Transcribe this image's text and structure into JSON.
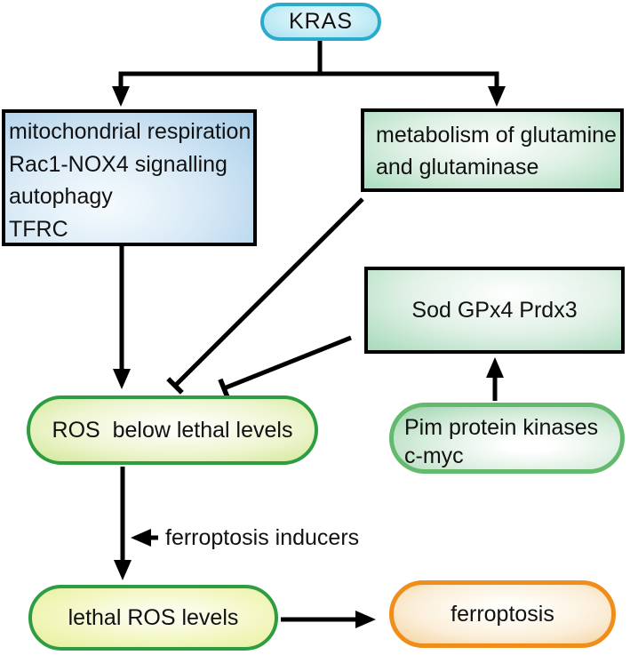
{
  "colors": {
    "kras_border": "#2baacb",
    "box_border": "#000000",
    "green_pill_border": "#2e9c41",
    "pim_border": "#63b96d",
    "ferroptosis_border": "#ef8e1b",
    "line": "#000000"
  },
  "nodes": {
    "kras": {
      "label": "KRAS"
    },
    "kras_effects": {
      "lines": [
        "mitochondrial respiration",
        "Rac1-NOX4 signalling",
        "autophagy",
        "TFRC"
      ]
    },
    "glutamine": {
      "lines": [
        "metabolism of glutamine",
        "and glutaminase"
      ]
    },
    "antioxidants": {
      "label": "Sod GPx4 Prdx3"
    },
    "pim": {
      "lines": [
        "Pim protein kinases",
        "c-myc"
      ]
    },
    "ros_below": {
      "label": "ROS  below lethal levels"
    },
    "ros_lethal": {
      "label": "lethal ROS levels"
    },
    "ferroptosis": {
      "label": "ferroptosis"
    }
  },
  "edges": {
    "inducers_label": "ferroptosis inducers"
  }
}
